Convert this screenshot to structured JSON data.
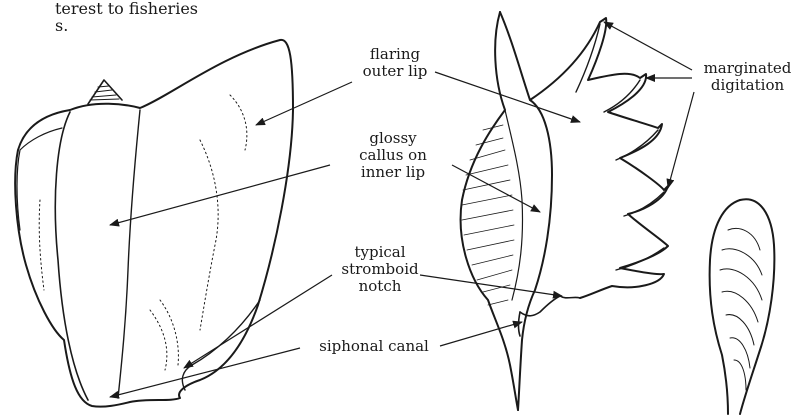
{
  "header_text": [
    "terest to fisheries",
    "s."
  ],
  "labels": {
    "flaring_outer_lip": [
      "flaring",
      "outer lip"
    ],
    "glossy_callus": [
      "glossy",
      "callus on",
      "inner lip"
    ],
    "stromboid_notch": [
      "typical",
      "stromboid",
      "notch"
    ],
    "siphonal_canal": [
      "siphonal canal"
    ],
    "marginated_digitation": [
      "marginated",
      "digitation"
    ]
  },
  "colors": {
    "ink": "#1a1a1a",
    "paper": "#ffffff"
  }
}
